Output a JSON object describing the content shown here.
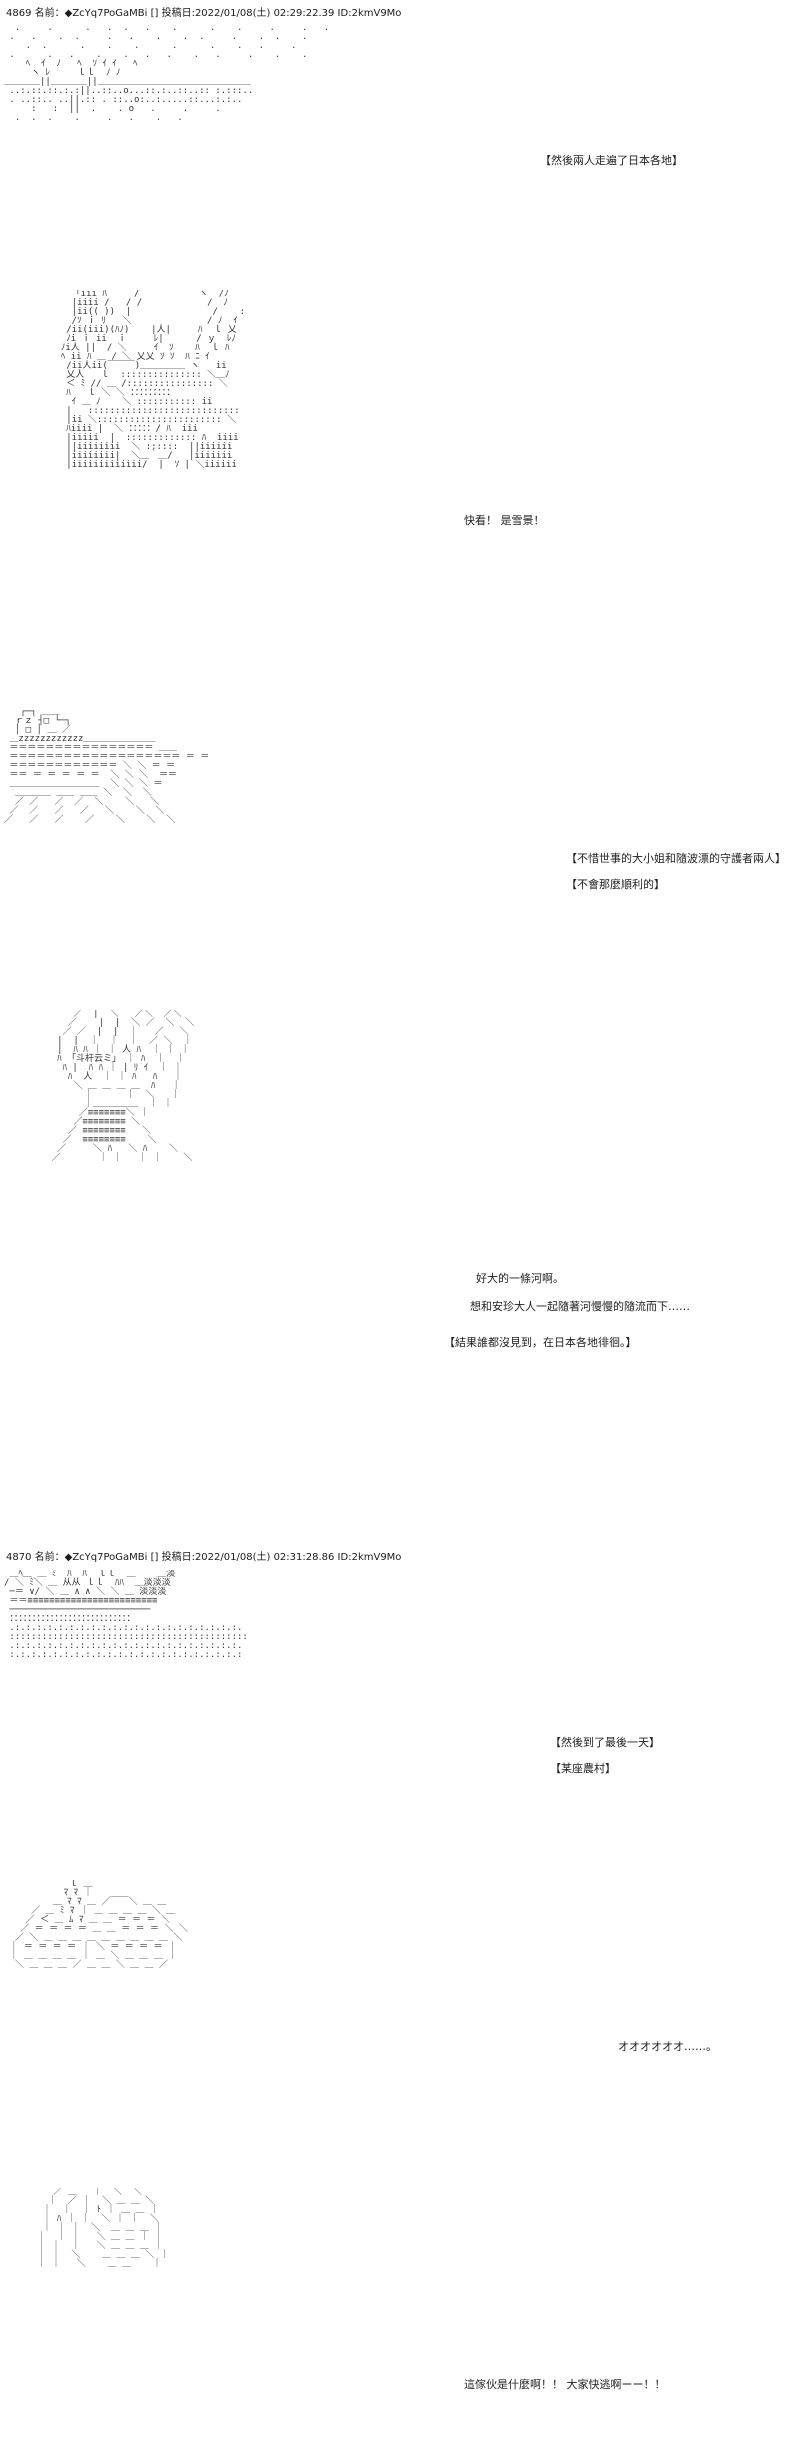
{
  "posts": [
    {
      "header": "4869 名前：◆ZcYq7PoGaMBi [] 投稿日:2022/01/08(土) 02:29:22.39 ID:2kmV9Mo"
    },
    {
      "header": "4870 名前：◆ZcYq7PoGaMBi [] 投稿日:2022/01/08(土) 02:31:28.86 ID:2kmV9Mo"
    }
  ],
  "captions": {
    "c1": "【然後兩人走遍了日本各地】",
    "c2": "快看！ 是雪景！",
    "c3": "【不惜世事的大小姐和隨波漂的守護者兩人】",
    "c4": "【不會那麼順利的】",
    "c5": "好大的一條河啊。",
    "c6": "想和安珍大人一起隨著河慢慢的隨流而下……",
    "c7": "【結果誰都沒見到，在日本各地徘徊。】",
    "c8": "【然後到了最後一天】",
    "c9": "【某座農村】",
    "c10": "オオオオオオ……。",
    "c11": "這傢伙是什麼啊！！ 大家快逃啊ーー！！"
  },
  "art": {
    "a1": "  .     .      .   .  .   .    .      .    .     .     .   .\n .   .    .  .     .   .    .    .  .     .    .  .    .\n    .  .      .    .    .      .      .    .   .     .\n .      .   .    .    .   .   .    .   .     .    .    .\n    ﾍ  ｲ  ﾉ   ﾍ  ｿ ｲ ｲ   ﾍ\n     ヽ ﾚ     ｌｌ  ﾉ ﾉ\n＿＿＿＿||＿＿＿＿||＿＿＿＿＿＿＿＿＿＿＿＿＿＿＿＿＿\n ..:.::.::.:.:||..::..o...::.:..::..:: :.:::..\n . ..::.. ..||.:: . ::..o:..:.....::...:.:..\n     :   :  ||  .    . o   .     .     .\n  .  .  .    .     .   .    .   .\n",
    "a2": "    「iii ﾊ     /           ヽ  /ﾉ\n    |iiii /   / /            /  ﾉ\n    |ii(( ))  |               /    :\n    /ｿ ｉ ﾘ   ＼              / ﾉ  ｲ\n   /ii(iii)(ﾊﾉ)    |人|     ﾊ  ｌ 乂\n   ﾉi ｉ ii  ｉ     ﾚ|      / ｙ  ﾚﾉ\n  ﾉi人 ||  / ＼     ｲ  ｿ    ﾊ  ｌ ﾊ\n  ﾍ ii ﾊ ＿ / ＼ 乂乂 ｿ ｿ  ﾊ ﾆ ｲ\n   /ii人ii(￣￣￣)＿＿＿＿＿ ヽ   ii\n   乂人   ｌ  ::::::::::::::: ＼＿ﾉ\n   ＜ ﾐ // ＿ /:::::::::::::::: ＼\n   ﾊ   ｌ ＼ ＼ ：：：：：：：：：\n    ｲ ＿ ﾉ    ＼ ::::::::::: ii\n   |   ::::::::::::::::::::::::::::\n   |ii ＼::::::::::::::::::::::: ＼\n   ﾊiiii |  ＼ ：：：：：/ ﾊ  iii\n   |iiiii  |  ::::::::::::: ﾊ  iiii\n   ||iiiiiiii  ＼ ::::::  ||iiiiii\n   |iiiiiiii|  ＼＿｀＿/   |iiiiiii\n   |iiiiiiiiiiiii/  |  ｿ | ＼iiiiii\n",
    "a3": "   ┌─┐ ＿＿\n  ｒｚ ┤□ └─┐\n  │ □ │ ＿ ／\n ＿zzzzzzzzzzzz＿＿＿＿＿＿＿＿\n ＝＝＝＝＝＝＝＝＝＝＝＝＝＝＝＝ ＿＿\n ＝＝＝＝＝＝＝＝＝＝＝＝＝＝＝＝＝＝＝ ＝ ＝\n ＝＝＝＝＝＝＝＝＝＝＝＝ ＼ ＼ ＝ ＝\n ＝＝ ＝ ＝ ＝ ＝ ＝  ＼ ＼ ＼  ＝＝\n ＿＿＿＿＿＿＿＿＿＿  ＼ ＼ ＼ ＝\n  ＿＿＿＿ ＿＿ ＿＿ ＼  ＼  ＼\n  ／ ／   ／  ／  ＼    ＼   ＼\n ／  ／   ／   ／   ＼    ＼  ＼\n／   ／   ／    ／    ＼    ＼  ＼\n",
    "a4": "        ／  |  ＼   ／＼  ／＼\n       ／    |  |  ＼ ／  ＼  ＼\n      ／ ／  |  |  ｜   ／   ＼\n     |  |  ｜  ｜  ｜  ／ ＼  ｜\n     |  ﾊ ﾊ ｜ ｜ 人 ﾊ  ｜ ｜ ｜\n     ﾊ 「斗杆云ミ」 ｜ ﾊ  ｜  ｜\n      ﾊ |  ﾊ ﾊ ｜ | ﾘ ｲ  ｜ ｜\n       ﾊ  人  ｜ ｜ ﾊ   ﾊ   ｜\n        ＼ ＿ ＿ ＿ ＿  ﾊ   ｜\n          ｜      ｜  ＼   ｜\n          ｜＿＿＿＿＿  ｜ ｜\n         ／≡≡≡≡≡≡≡＼ ｜\n        ／≡≡≡≡≡≡≡≡ ＼\n       ／ ≡≡≡≡≡≡≡≡   ＼\n      ／  ≡≡≡≡≡≡≡≡    ＼\n     ／     ＼ ﾊ   ＼ ﾊ    ＼\n    ／       ｜ ｜   ｜ ｜    ＼\n",
    "a5": " ＿ﾍ＿ ＿ ﾐ  ﾊ  ﾊ  ｌｌ  ＿    ＿淡\n/ ＼ ﾐ＼ ＿ 从从 ｌｌ  ﾊﾊ  ＿淡淡淡\n ─＝ ∨/ ＼ ＿ ∧ ∧ ＼ ＼ ＿ 淡淡淡\n ＝＝≡≡≡≡≡≡≡≡≡≡≡≡≡≡≡≡≡≡≡≡≡≡≡≡\n ──────────────────────────\n ：：：：：：：：：：：：：：：：：：：：：：：：：：：\n .:.:.:.:.:.:.:.:.:.:.:.:.:.:.:.:.:.:.:.:.:.\n ::::::::::::::::::::::::::::::::::::::::::::\n .:.:.:.:.:.:.:.:.:.:.:.:.:.:.:.:.:.:.:.:.:.\n :.:.:.:.:.:.:.:.:.:.:.:.:.:.:.:.:.:.:.:.:.:\n",
    "a6": "            ｌ ＿\n           ﾏ ﾏ ｜\n         ＿ ﾏ ﾏ ＿ ／￣￣＼ ＿ ＿\n     ／ ＿ ﾐ ﾏ ｜ ＿ ＿ ＿ ＿ ＼ ＿\n    ／ ＜ ＿ ﾑ ﾏ ＿ ＿ ＝ ＝ ＝ ＼\n   ／ ＝ ＝ ＝ ＝ ＿ ＿ ＝ ＝ ＝ ＼ ＼\n  ／ ＼ ＿ ＿ ＿ ＿ ＿ ＿ ＿ ＿ ＿ ＼\n ｜ ＝ ＝ ＝ ＝ ｜ ＼ ＝ ＝ ＝ ＝ ｜\n ｜ ＿ ＿ ＿ ＿ ｜ ＿ ＼ ＿ ＿ ＿ ｜\n  ＼ ＿ ＿ ＿ ／ ＿ ＿ ＼ ＿ ＿ ／\n",
    "a7": "        ／ ＿   ｜  ＼  ＼\n       ｜  ／ ｜  ＼ ＿ ＿ ＼\n      ｜  ｜  ｜ ﾄ ｜ ＿ ＿ ｜\n      ｜ ﾊ ｜ ｜  ＼ ｜ ｜  ＼\n      ｜ ｜ ｜  ＼  ＿ ＿ ＿ ｜\n     ｜  ｜ ｜   ＼ ＿ ＿ ｜ ｜\n     ｜ ｜  ｜   ＼ ＿ ＿ ＿ ｜\n     ｜ ｜  ＼    ＿ ＿ ＿ ＼ ｜\n     ｜ ｜   ＼    ＿ ＿    ｜\n"
  }
}
